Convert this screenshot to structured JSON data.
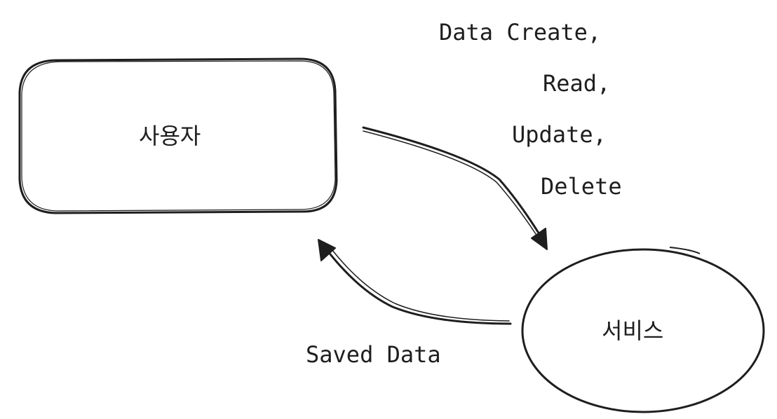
{
  "nodes": {
    "user": {
      "label": "사용자"
    },
    "service": {
      "label": "서비스"
    }
  },
  "edges": {
    "request": {
      "label_lines": [
        "Data Create,",
        "Read,",
        "Update,",
        "Delete"
      ]
    },
    "response": {
      "label": "Saved Data"
    }
  },
  "colors": {
    "stroke": "#1e1e1e",
    "background": "#ffffff"
  }
}
